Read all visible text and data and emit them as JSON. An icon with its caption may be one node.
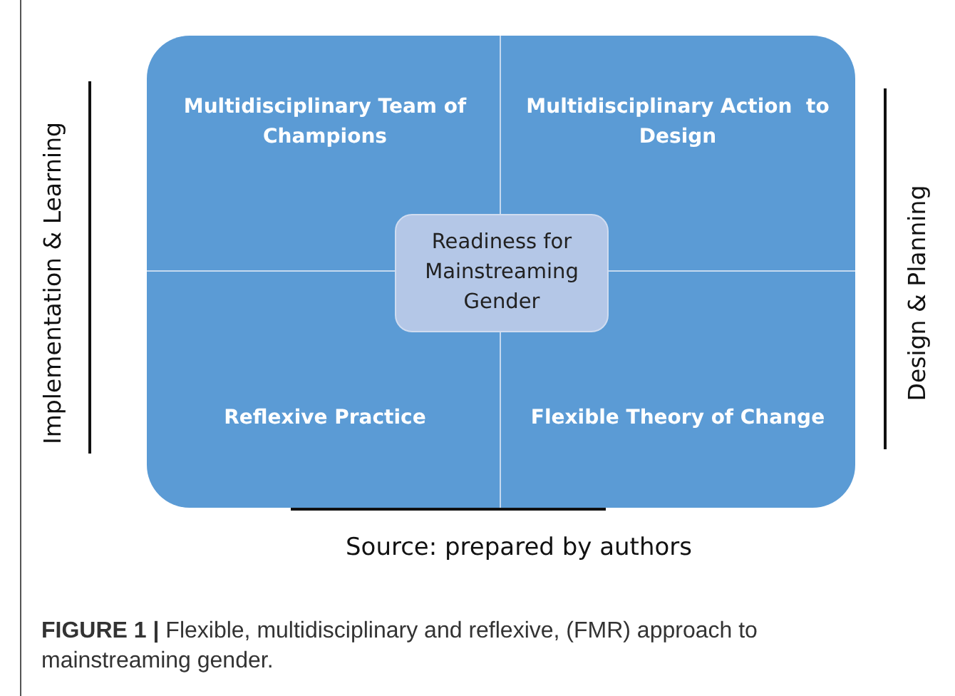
{
  "diagram": {
    "caption": "**FIGURE 1 |** Flexible, multidisciplinary and reflexive, (FMR) approach to mainstreaming gender.",
    "nodes": [
      {
        "text": [],
        "shape": "box"
      },
      {
        "text": [
          "Multidisciplinary Team of Champions"
        ],
        "in": 0
      },
      {
        "text": [
          "Multidisciplinary Action  to Design"
        ],
        "in": 0
      },
      {
        "text": [
          "Readiness for Mainstreaming Gender"
        ],
        "in": 0
      },
      {
        "text": [
          "Reflexive Practice"
        ],
        "in": 0
      },
      {
        "text": [
          "Flexible Theory of Change"
        ],
        "in": 0
      }
    ],
    "edges": [],
    "labels": [
      "Implementation & Learning",
      "Design & Planning",
      "Source: prepared by authors"
    ]
  }
}
